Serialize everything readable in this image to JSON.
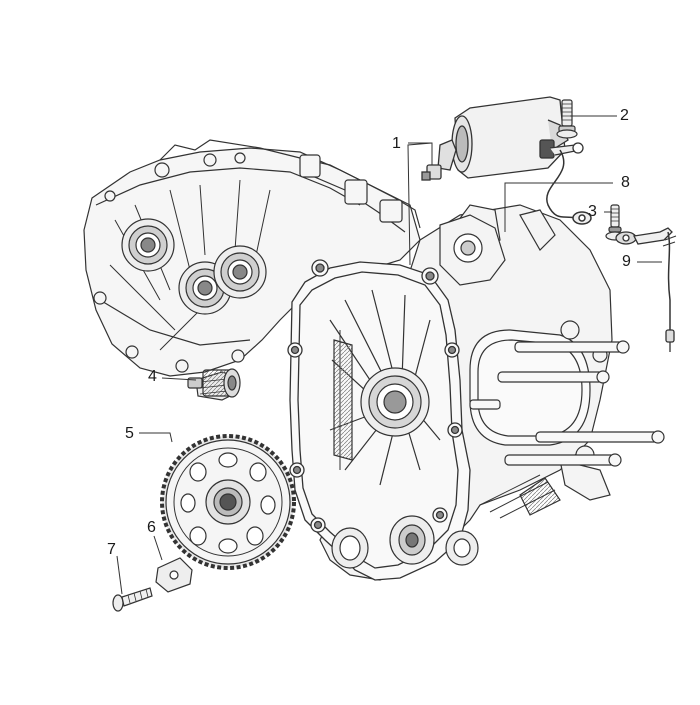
{
  "diagram": {
    "callouts": [
      {
        "id": "1",
        "label": "1"
      },
      {
        "id": "2",
        "label": "2"
      },
      {
        "id": "3",
        "label": "3"
      },
      {
        "id": "4",
        "label": "4"
      },
      {
        "id": "5",
        "label": "5"
      },
      {
        "id": "6",
        "label": "6"
      },
      {
        "id": "7",
        "label": "7"
      },
      {
        "id": "8",
        "label": "8"
      },
      {
        "id": "9",
        "label": "9"
      }
    ],
    "colors": {
      "line": "#333333",
      "fill": "#f2f2f2",
      "shade": "#9a9a9a",
      "dark": "#555555"
    }
  }
}
